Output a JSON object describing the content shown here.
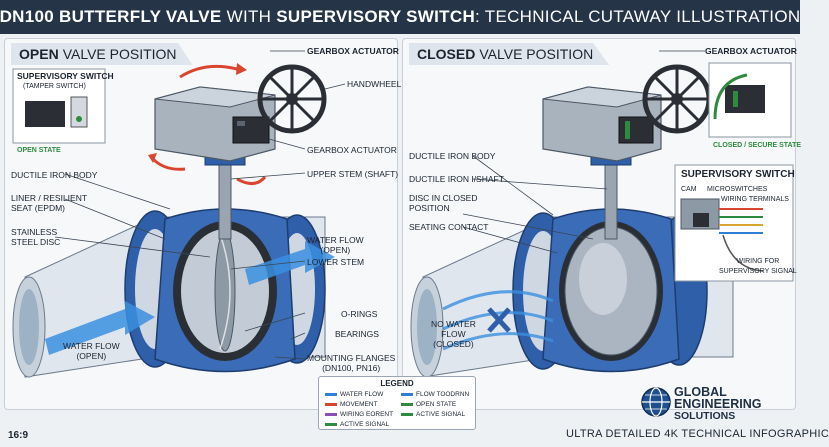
{
  "title": {
    "part1_bold": "DN100 BUTTERFLY VALVE",
    "part2": "WITH",
    "part3_bold": "SUPERVISORY SWITCH",
    "part4": ": TECHNICAL CUTAWAY ILLUSTRATION"
  },
  "left_panel": {
    "head_bold": "OPEN",
    "head_rest": "VALVE POSITION",
    "inset": {
      "title": "SUPERVISORY SWITCH",
      "subtitle": "(TAMPER SWITCH)",
      "state": "OPEN STATE"
    },
    "labels": {
      "gearbox_top": "GEARBOX ACTUATOR",
      "handwheel": "HANDWHEEL",
      "gearbox_mid": "GEARBOX ACTUATOR",
      "upper_stem": "UPPER STEM (SHAFT)",
      "ductile": "DUCTILE IRON BODY",
      "liner": "LINER / RESILIENT\nSEAT (EPDM)",
      "disc": "STAINLESS\nSTEEL DISC",
      "water_flow_open": "WATER FLOW\n(OPEN)",
      "lower_stem": "LOWER STEM",
      "orings": "O-RINGS",
      "bearings": "BEARINGS",
      "flanges": "MOUNTING FLANGES\n(DN100, PN16)",
      "water_flow_in": "WATER FLOW\n(OPEN)"
    }
  },
  "right_panel": {
    "head_bold": "CLOSED",
    "head_rest": "VALVE POSITION",
    "labels": {
      "gearbox": "GEARBOX ACTUATOR",
      "closed_state": "CLOSED / SECURE STATE",
      "ductile": "DUCTILE IRON BODY",
      "shaft": "DUCTILE IRON I/SHAFT",
      "disc_closed": "DISC IN CLOSED\nPOSITION",
      "seating": "SEATING CONTACT",
      "no_flow": "NO WATER\nFLOW\n(CLOSED)"
    },
    "inset": {
      "title": "SUPERVISORY SWITCH",
      "cam": "CAM",
      "microswitches": "MICROSWITCHES",
      "terminals": "WIRING TERMINALS",
      "wiring": "WIRING FOR\nSUPERVISORY SIGNAL"
    }
  },
  "legend": {
    "title": "LEGEND",
    "items": [
      {
        "label": "WATER FLOW",
        "color": "#2f7fd6"
      },
      {
        "label": "FLOW TOODRNN",
        "color": "#2f7fd6"
      },
      {
        "label": "MOVEMENT",
        "color": "#d9452f"
      },
      {
        "label": "OPEN STATE",
        "color": "#2e8b3e"
      },
      {
        "label": "WIRING EORENT",
        "color": "#8a4fb8"
      },
      {
        "label": "ACTIVE SIGNAL",
        "color": "#2e8b3e"
      },
      {
        "label": "ACTIVE SIGNAL",
        "color": "#2e8b3e"
      }
    ]
  },
  "logo": {
    "line1": "GLOBAL",
    "line2": "ENGINEERING",
    "line3": "SOLUTIONS"
  },
  "footer": {
    "aspect": "16:9",
    "tagline": "ULTRA DETAILED 4K TECHNICAL INFOGRAPHIC"
  },
  "colors": {
    "valve_blue": "#2f5fa8",
    "steel": "#b9c2cc",
    "flow_blue": "#3b8fe0",
    "motion_red": "#d9452f",
    "state_green": "#2e8b3e",
    "title_bg": "#253447"
  }
}
